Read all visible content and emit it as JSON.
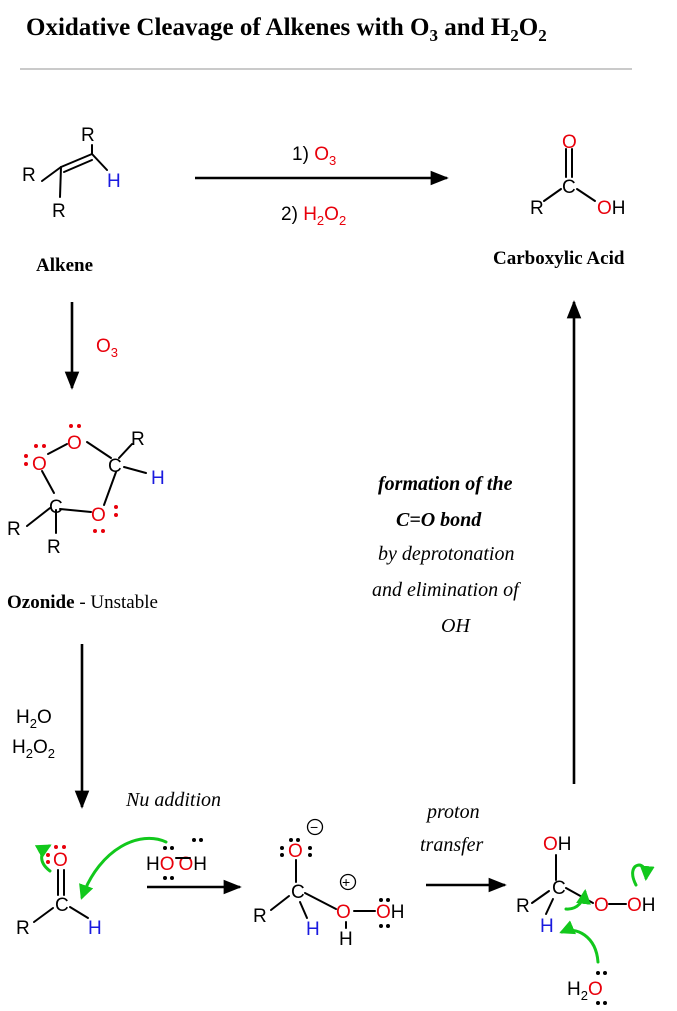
{
  "title": {
    "main": "Oxidative Cleavage of Alkenes with O",
    "sub1": "3",
    "and": " and H",
    "sub2": "2",
    "o": "O",
    "sub3": "2"
  },
  "colors": {
    "oxygen": "#e8000b",
    "hydrogen": "#1a1adf",
    "curved_arrow": "#12c81c"
  },
  "alkene": {
    "label": "Alkene",
    "r": "R",
    "h": "H"
  },
  "overall_reaction": {
    "step1_prefix": "1) ",
    "step1_reagent": "O",
    "step1_sub": "3",
    "step2_prefix": "2) ",
    "step2_reagent_a": "H",
    "step2_sub_a": "2",
    "step2_reagent_b": "O",
    "step2_sub_b": "2"
  },
  "carboxylic_acid": {
    "label": "Carboxylic Acid",
    "o": "O",
    "c": "C",
    "r": "R",
    "oh": "OH"
  },
  "ozonolysis_step": {
    "reagent": "O",
    "sub": "3"
  },
  "ozonide": {
    "label_bold": "Ozonide",
    "label_rest": " - Unstable",
    "o": "O",
    "c": "C",
    "r": "R",
    "h": "H"
  },
  "hydrolysis_step": {
    "line1_h": "H",
    "line1_sub": "2",
    "line1_o": "O",
    "line2_h": "H",
    "line2_sub": "2",
    "line2_o": "O",
    "line2_sub2": "2"
  },
  "explanation": {
    "line1": "formation of the",
    "line2": "C=O bond",
    "line3": "by deprotonation",
    "line4": "and elimination of",
    "line5": "OH"
  },
  "mechanism": {
    "nu_addition": "Nu addition",
    "proton": "proton",
    "transfer": "transfer",
    "o": "O",
    "c": "C",
    "r": "R",
    "h": "H",
    "oh": "OH",
    "plus": "+",
    "minus": "−"
  }
}
